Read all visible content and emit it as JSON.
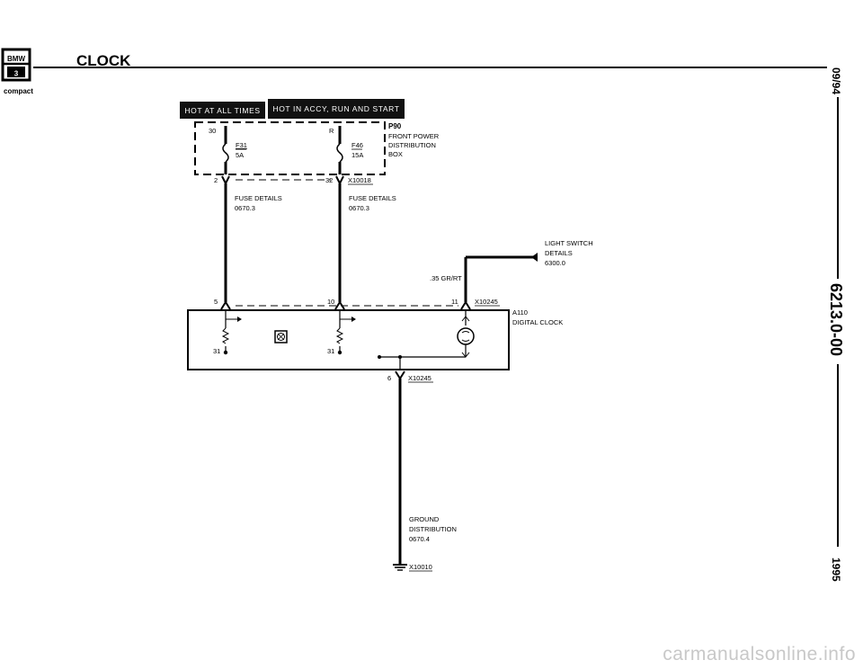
{
  "header": {
    "title": "CLOCK",
    "logo_top": "BMW",
    "logo_mid": "3",
    "logo_sub": "compact"
  },
  "side": {
    "date": "09/94",
    "page": "6213.0-00",
    "year": "1995"
  },
  "tabs": {
    "hot_all": "HOT AT ALL TIMES",
    "hot_accy": "HOT IN ACCY, RUN AND START"
  },
  "fuse_box": {
    "pin_left": "30",
    "pin_right": "R",
    "f31": "F31",
    "f31_amp": "5A",
    "f46": "F46",
    "f46_amp": "15A",
    "name": "P90",
    "desc1": "FRONT POWER",
    "desc2": "DISTRIBUTION",
    "desc3": "BOX"
  },
  "conn_upper": {
    "pin_left": "2",
    "pin_right": "32",
    "id": "X10018"
  },
  "fuse_details_left": {
    "line1": "FUSE DETAILS",
    "line2": "0670.3"
  },
  "fuse_details_right": {
    "line1": "FUSE DETAILS",
    "line2": "0670.3"
  },
  "light_switch": {
    "line1": "LIGHT SWITCH",
    "line2": "DETAILS",
    "line3": "6300.0"
  },
  "wire_color": ".35 GR/RT",
  "conn_clock": {
    "pin5": "5",
    "pin10": "10",
    "pin11": "11",
    "id": "X10245"
  },
  "clock": {
    "name": "A110",
    "desc": "DIGITAL CLOCK",
    "pin31a": "31",
    "pin31b": "31"
  },
  "conn_ground": {
    "pin": "6",
    "id": "X10245"
  },
  "ground": {
    "line1": "GROUND",
    "line2": "DISTRIBUTION",
    "line3": "0670.4",
    "id": "X10010"
  },
  "watermark": "carmanualsonline.info"
}
